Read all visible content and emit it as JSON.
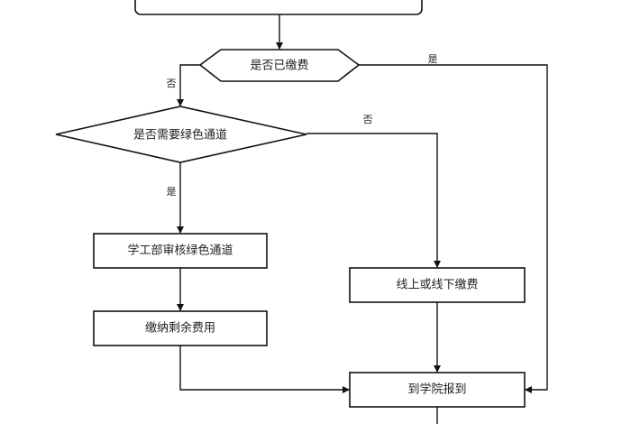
{
  "nodes": {
    "top": "",
    "paid_check": "是否已缴费",
    "green_check": "是否需要绿色通道",
    "green_review": "学工部审核绿色通道",
    "pay_remaining": "缴纳剩余费用",
    "pay_online_offline": "线上或线下缴费",
    "report": "到学院报到"
  },
  "edge_labels": {
    "paid_yes": "是",
    "paid_no": "否",
    "green_no": "否",
    "green_yes": "是"
  }
}
